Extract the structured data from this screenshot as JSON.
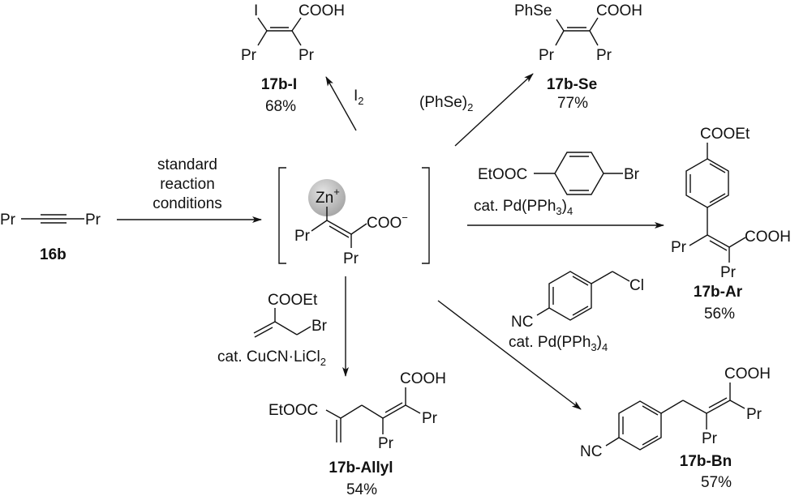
{
  "scheme": {
    "starting_material": {
      "substituent_left": "Pr",
      "substituent_right": "Pr",
      "label": "16b"
    },
    "first_step": {
      "conditions": [
        "standard",
        "reaction",
        "conditions"
      ]
    },
    "intermediate": {
      "metal": "Zn",
      "metal_charge": "+",
      "substituent_left": "Pr",
      "substituent_bottom": "Pr",
      "carboxylate": "COO",
      "carboxylate_charge": "−"
    },
    "products": [
      {
        "id": "iodide",
        "reagent": "I",
        "reagent_sub": "2",
        "top_left": "I",
        "top_right": "COOH",
        "bottom_left": "Pr",
        "bottom_right": "Pr",
        "label": "17b-I",
        "yield": "68%"
      },
      {
        "id": "selenide",
        "reagent": "(PhSe)",
        "reagent_sub": "2",
        "top_left": "PhSe",
        "top_right": "COOH",
        "bottom_left": "Pr",
        "bottom_right": "Pr",
        "label": "17b-Se",
        "yield": "77%"
      },
      {
        "id": "aryl",
        "reagent_left": "EtOOC",
        "reagent_right": "Br",
        "catalyst": "cat. Pd(PPh",
        "catalyst_sub1": "3",
        "catalyst_close": ")",
        "catalyst_sub2": "4",
        "aryl_group": "COOEt",
        "left": "Pr",
        "right": "COOH",
        "bottom": "Pr",
        "label": "17b-Ar",
        "yield": "56%"
      },
      {
        "id": "allyl",
        "reagent_top": "COOEt",
        "reagent_right": "Br",
        "catalyst": "cat. CuCN·LiCl",
        "catalyst_sub": "2",
        "ester": "EtOOC",
        "acid": "COOH",
        "right": "Pr",
        "bottom": "Pr",
        "label": "17b-Allyl",
        "yield": "54%"
      },
      {
        "id": "benzyl",
        "reagent_left": "NC",
        "reagent_right": "Cl",
        "catalyst": "cat. Pd(PPh",
        "catalyst_sub1": "3",
        "catalyst_close": ")",
        "catalyst_sub2": "4",
        "nitrile": "NC",
        "acid": "COOH",
        "right": "Pr",
        "bottom": "Pr",
        "label": "17b-Bn",
        "yield": "57%"
      }
    ]
  }
}
